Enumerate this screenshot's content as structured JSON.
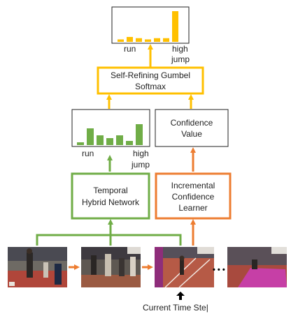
{
  "colors": {
    "green": "#70ad47",
    "orange": "#ed7d31",
    "yellow": "#ffc000",
    "border": "#222222"
  },
  "softmax": {
    "line1": "Self-Refining Gumbel",
    "line2": "Softmax"
  },
  "confidence": {
    "line1": "Confidence",
    "line2": "Value"
  },
  "thn": {
    "line1": "Temporal",
    "line2": "Hybrid Network"
  },
  "icl": {
    "line1": "Incremental",
    "line2": "Confidence",
    "line3": "Learner"
  },
  "labels": {
    "run": "run",
    "high": "high",
    "jump": "jump",
    "ellipsis": "• • •",
    "current_time_step": "Current Time Ste|"
  },
  "chart_data": [
    {
      "type": "bar",
      "name_hint": "output-distribution",
      "categories": [
        "run",
        "",
        "",
        "",
        "",
        "",
        "high jump"
      ],
      "values": [
        2,
        4,
        3,
        2,
        3,
        3,
        25
      ],
      "color": "#ffc000"
    },
    {
      "type": "bar",
      "name_hint": "intermediate-distribution",
      "categories": [
        "run",
        "",
        "",
        "",
        "",
        "",
        "high jump"
      ],
      "values": [
        2,
        12,
        7,
        5,
        7,
        3,
        15
      ],
      "color": "#70ad47"
    }
  ],
  "frames": [
    {
      "name": "frame-1",
      "scene": "runner-track"
    },
    {
      "name": "frame-2",
      "scene": "athletes-crowd"
    },
    {
      "name": "frame-3",
      "scene": "runner-approach"
    },
    {
      "name": "frame-4",
      "scene": "landing-mat"
    }
  ]
}
